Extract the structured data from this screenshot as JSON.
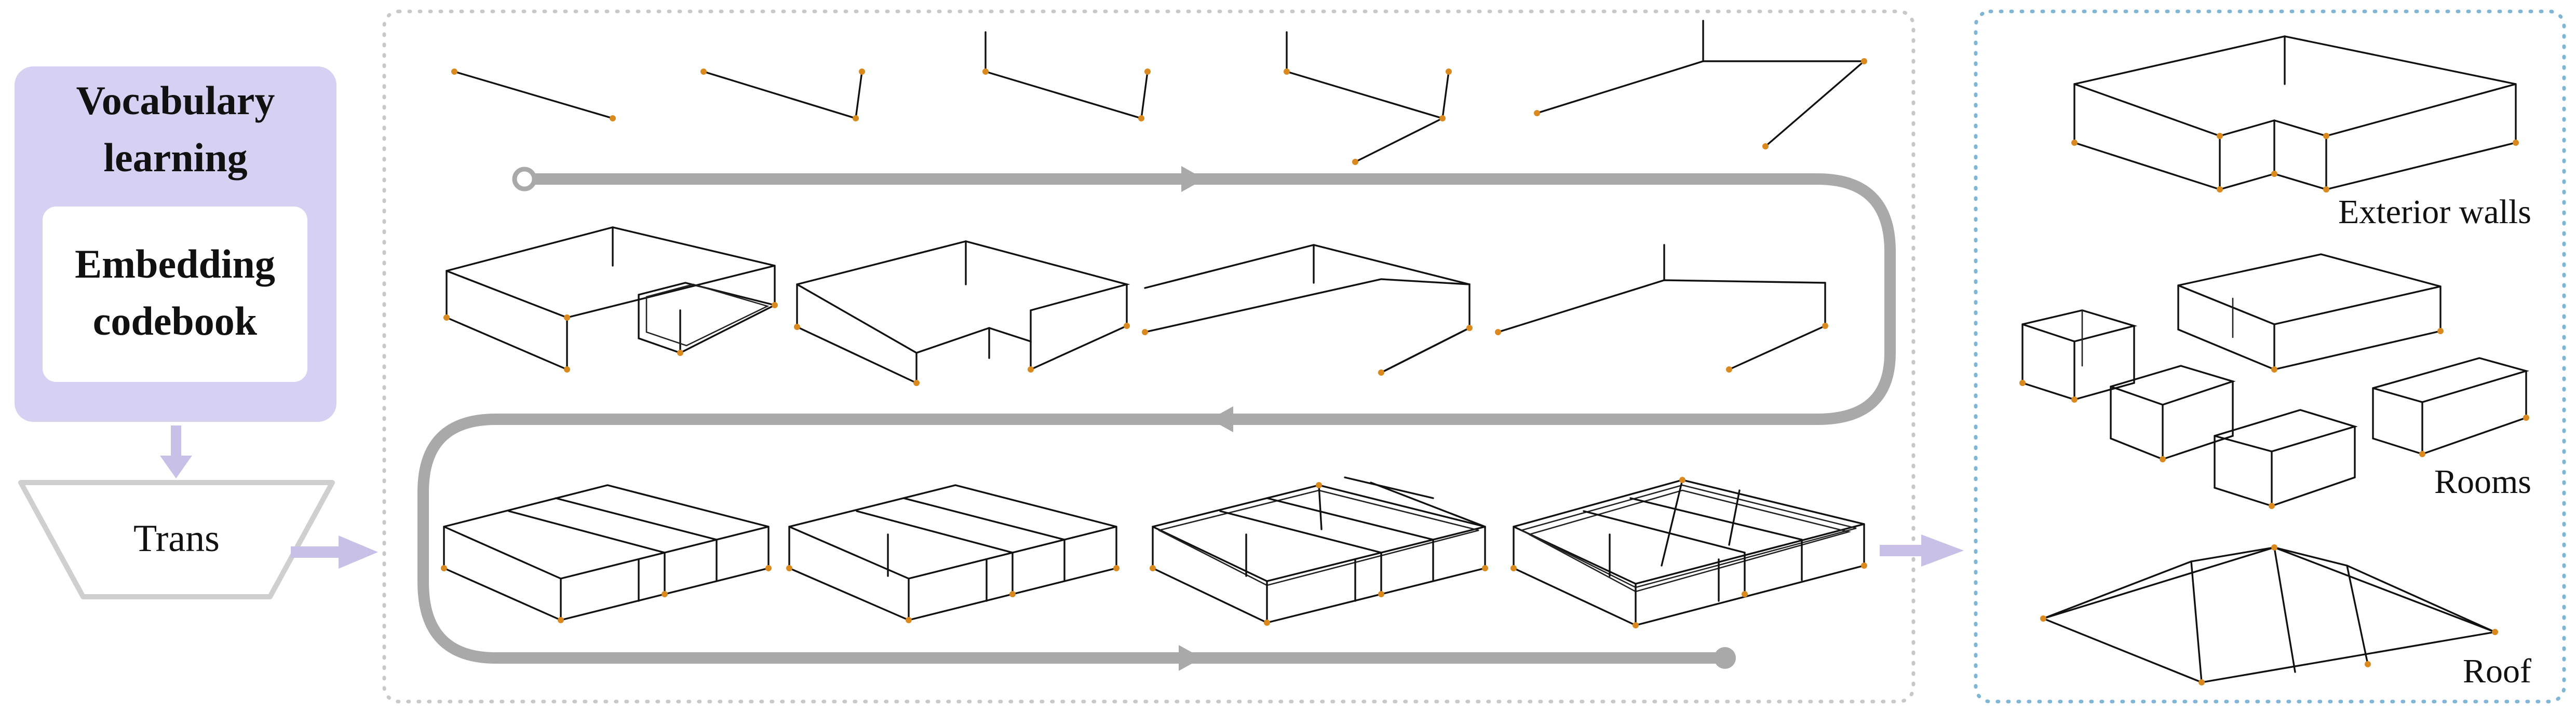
{
  "vocabulary_box": {
    "title": "Vocabulary learning",
    "title_line1": "Vocabulary",
    "title_line2": "learning",
    "inner_line1": "Embedding",
    "inner_line2": "codebook",
    "fill_color": "#d6d0f2",
    "inner_color": "#ffffff"
  },
  "trans_box": {
    "label": "Trans",
    "border_color": "#cfcfcf"
  },
  "center_panel": {
    "border_color": "#c8c8c8",
    "border_style": "dotted"
  },
  "right_panel": {
    "border_color": "#7fb6d6",
    "border_style": "dotted",
    "labels": {
      "exterior": "Exterior walls",
      "rooms": "Rooms",
      "roof": "Roof"
    }
  },
  "colors": {
    "node": "#d9891e",
    "wire": "#111111",
    "flow_arrow": "#a9a9a9",
    "purple_arrow": "#c9c0e8"
  }
}
